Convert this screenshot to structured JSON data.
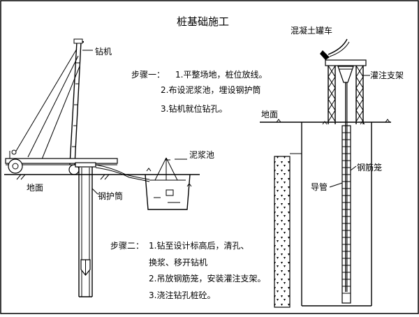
{
  "title": "桩基础施工",
  "labels": {
    "drill_rig": "钻机",
    "ground_left": "地面",
    "steel_casing": "钢护筒",
    "mud_pit": "泥浆池",
    "mixer_truck": "混凝土罐车",
    "pouring_frame": "灌注支架",
    "ground_right": "地面",
    "rebar_cage": "钢筋笼",
    "tremie": "导管"
  },
  "step1": {
    "heading": "步骤一：",
    "lines": [
      "1.平整场地，桩位放线。",
      "2.布设泥浆池，埋设钢护筒",
      "3.钻机就位钻孔。"
    ]
  },
  "step2": {
    "heading": "步骤二：",
    "lines": [
      "1.钻至设计标高后，清孔、",
      "换浆、移开钻机",
      "2.吊放钢筋笼，安装灌注支架。",
      "3.浇注钻孔桩砼。"
    ]
  }
}
